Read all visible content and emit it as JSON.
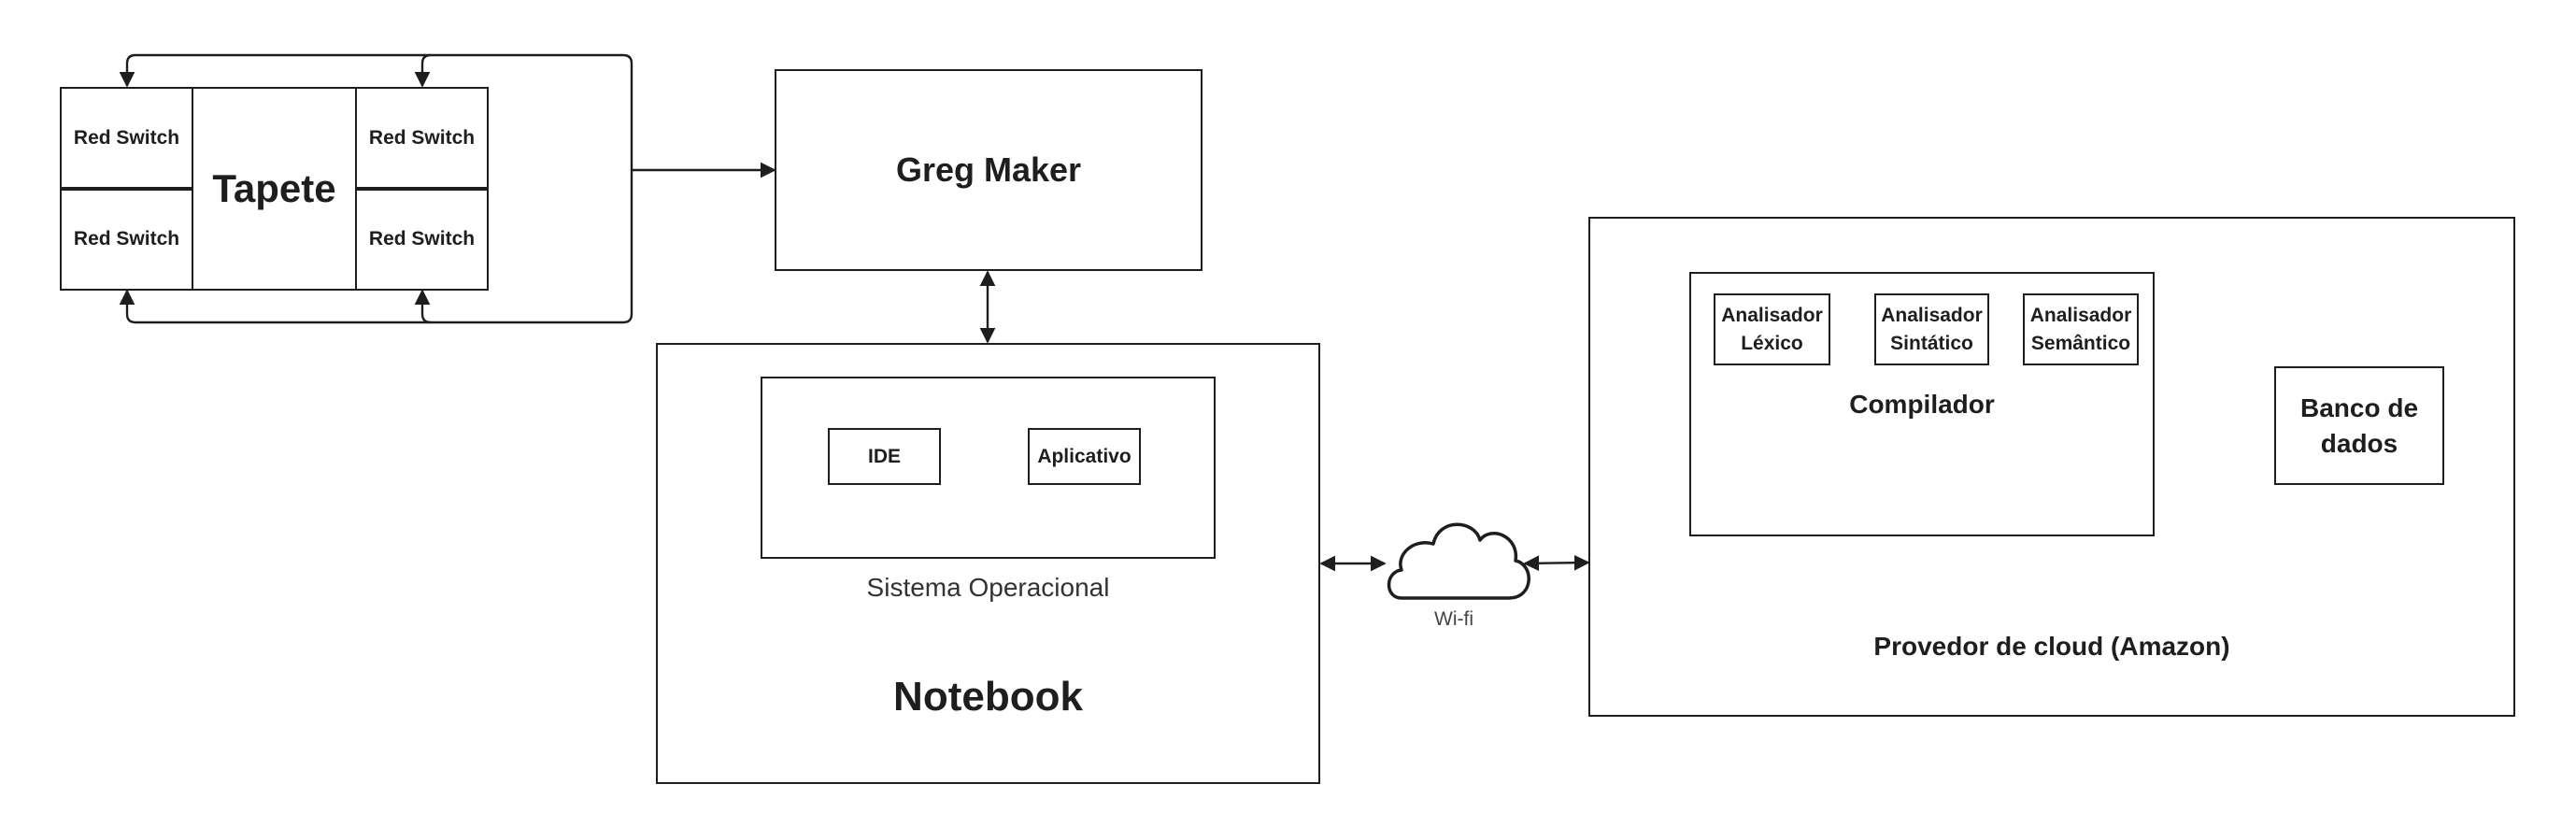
{
  "tapete": {
    "title": "Tapete",
    "switch_top_left": "Red Switch",
    "switch_bottom_left": "Red Switch",
    "switch_top_right": "Red Switch",
    "switch_bottom_right": "Red Switch"
  },
  "greg_maker": {
    "title": "Greg Maker"
  },
  "notebook": {
    "title": "Notebook",
    "os_label": "Sistema Operacional",
    "ide": "IDE",
    "app": "Aplicativo"
  },
  "network": {
    "label": "Wi-fi",
    "icon": "cloud-icon"
  },
  "cloud_provider": {
    "title": "Provedor de cloud (Amazon)",
    "compiler_label": "Compilador",
    "lexer": "Analisador\nLéxico",
    "parser": "Analisador\nSintático",
    "semantic": "Analisador\nSemântico",
    "database": "Banco de\ndados"
  },
  "colors": {
    "stroke": "#1e1e1e",
    "background": "#ffffff"
  }
}
